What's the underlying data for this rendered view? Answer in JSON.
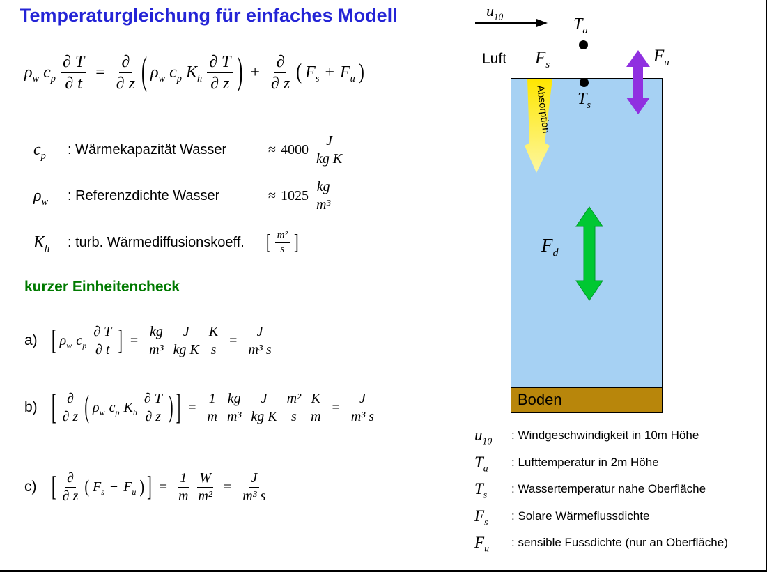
{
  "title": "Temperaturgleichung für einfaches Modell",
  "colors": {
    "title_blue": "#2424d6",
    "check_green": "#007a00",
    "water_blue": "#a6d1f3",
    "ground_brown": "#b8860b",
    "absorption_yellow": "#ffe600",
    "absorption_fade": "#fdf7a0",
    "sensible_purple": "#9030e0",
    "diffusion_green": "#00c832",
    "diffusion_green_edge": "#009a28"
  },
  "sym": {
    "rho": "ρ",
    "w": "w",
    "c": "c",
    "p": "p",
    "K": "K",
    "h": "h",
    "T": "T",
    "F": "F",
    "s": "s",
    "u": "u",
    "pd": "∂",
    "dT": "∂ T",
    "dt": "∂ t",
    "dz": "∂ z",
    "equals": "=",
    "plus": "+",
    "lparen": "(",
    "rparen": ")",
    "lbracket": "[",
    "rbracket": "]",
    "one": "1",
    "J": "J",
    "kg": "kg",
    "kgK": "kg K",
    "m": "m",
    "m2": "m²",
    "m3": "m³",
    "m3s": "m³ s",
    "W": "W"
  },
  "definitions": [
    {
      "symbol": "c",
      "sub": "p",
      "label": ": Wärmekapazität Wasser",
      "approx": "≈",
      "value": "4000",
      "unit_num": "J",
      "unit_den": "kg K"
    },
    {
      "symbol": "ρ",
      "sub": "w",
      "label": ": Referenzdichte Wasser",
      "approx": "≈",
      "value": "1025",
      "unit_num": "kg",
      "unit_den": "m³"
    },
    {
      "symbol": "K",
      "sub": "h",
      "label": ": turb. Wärmediffusionskoeff.",
      "unit_num": "m²",
      "unit_den": "s"
    }
  ],
  "checks": {
    "heading": "kurzer Einheitencheck",
    "a": "a)",
    "b": "b)",
    "c": "c)"
  },
  "diagram": {
    "wind": {
      "symbol": "u",
      "sub": "10"
    },
    "air_temp": {
      "symbol": "T",
      "sub": "a"
    },
    "surface_temp": {
      "symbol": "T",
      "sub": "s"
    },
    "solar_flux": {
      "symbol": "F",
      "sub": "s"
    },
    "sensible_flux": {
      "symbol": "F",
      "sub": "u"
    },
    "diffusive_flux": {
      "symbol": "F",
      "sub": "d"
    },
    "air_label": "Luft",
    "absorption_label": "Absorption",
    "ground_label": "Boden"
  },
  "legend": [
    {
      "symbol": "u",
      "sub": "10",
      "text": ": Windgeschwindigkeit in 10m Höhe"
    },
    {
      "symbol": "T",
      "sub": "a",
      "text": ": Lufttemperatur in 2m Höhe"
    },
    {
      "symbol": "T",
      "sub": "s",
      "text": ": Wassertemperatur nahe Oberfläche"
    },
    {
      "symbol": "F",
      "sub": "s",
      "text": ": Solare Wärmeflussdichte"
    },
    {
      "symbol": "F",
      "sub": "u",
      "text": ": sensible Fussdichte (nur an Oberfläche)"
    }
  ]
}
